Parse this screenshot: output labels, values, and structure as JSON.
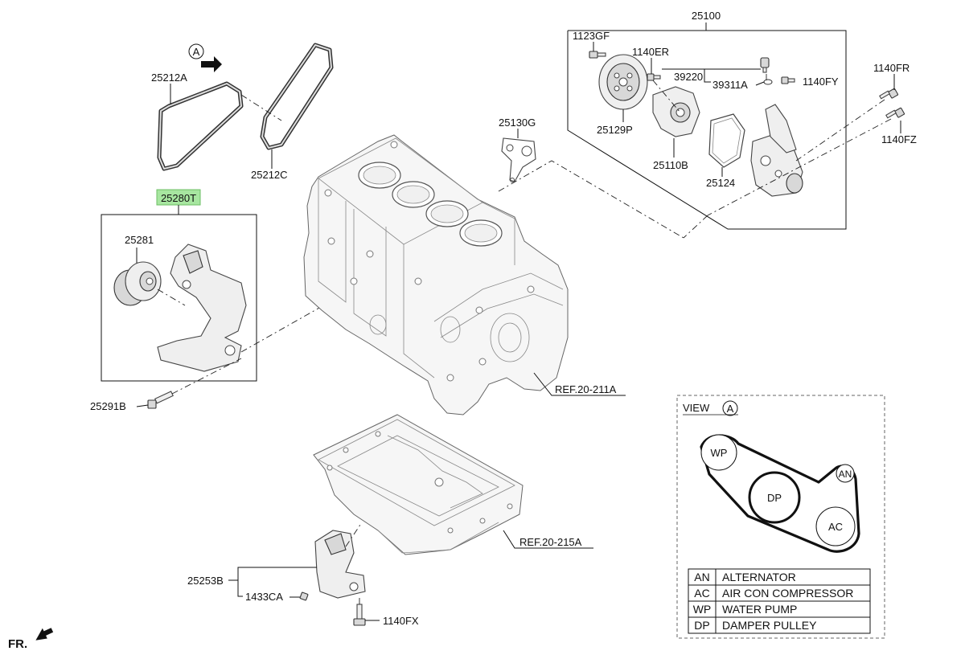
{
  "callouts": {
    "p25100": "25100",
    "p1123GF": "1123GF",
    "p1140ER": "1140ER",
    "p39220": "39220",
    "p39311A": "39311A",
    "p1140FY": "1140FY",
    "p1140FR": "1140FR",
    "p1140FZ": "1140FZ",
    "p25129P": "25129P",
    "p25110B": "25110B",
    "p25124": "25124",
    "p25130G": "25130G",
    "p25212A": "25212A",
    "p25212C": "25212C",
    "p25280T": "25280T",
    "p25281": "25281",
    "p25291B": "25291B",
    "p25253B": "25253B",
    "p1433CA": "1433CA",
    "p1140FX": "1140FX",
    "ref211A": "REF.20-211A",
    "ref215A": "REF.20-215A",
    "viewA_marker": "A",
    "front": "FR."
  },
  "view": {
    "title": "VIEW",
    "marker": "A",
    "pulleys": {
      "wp": "WP",
      "dp": "DP",
      "an": "AN",
      "ac": "AC"
    },
    "legend": [
      {
        "code": "AN",
        "name": "ALTERNATOR"
      },
      {
        "code": "AC",
        "name": "AIR CON COMPRESSOR"
      },
      {
        "code": "WP",
        "name": "WATER PUMP"
      },
      {
        "code": "DP",
        "name": "DAMPER PULLEY"
      }
    ]
  },
  "colors": {
    "highlight": "#a7e6a0"
  }
}
